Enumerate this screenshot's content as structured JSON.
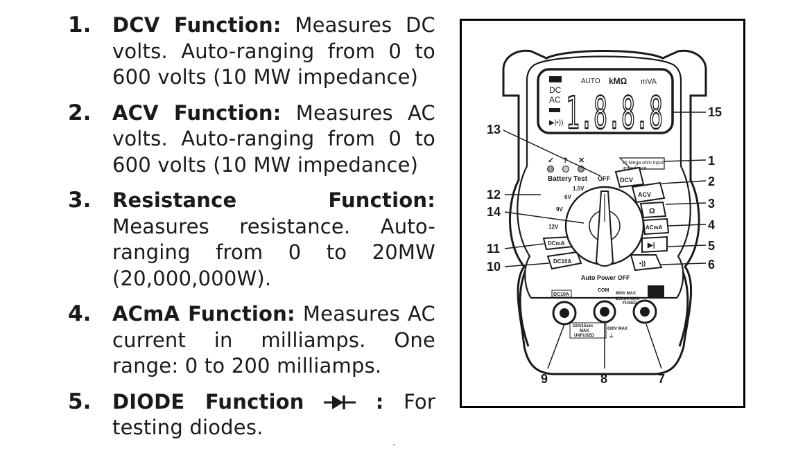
{
  "functions": [
    {
      "number": "1.",
      "title": "DCV Function:",
      "body": " Measures DC volts. Auto-ranging from 0 to 600 volts (10 MW impedance)"
    },
    {
      "number": "2.",
      "title": "ACV Function:",
      "body": " Measures AC volts. Auto-ranging from 0 to 600 volts (10 MW impedance)"
    },
    {
      "number": "3.",
      "title": "Resistance Function:",
      "body": " Measures resistance. Auto-ranging from 0 to 20MW (20,000,000W)."
    },
    {
      "number": "4.",
      "title": "ACmA Function:",
      "body": " Measures AC current in milliamps. One range: 0 to 200 milliamps."
    },
    {
      "number": "5.",
      "title": "DIODE Function",
      "title_suffix": ":",
      "body": " For testing diodes."
    }
  ],
  "meter": {
    "display": {
      "digits": "1.8.8.8",
      "auto": "AUTO",
      "kohm": "kMΩ",
      "mva": "mVA",
      "dc": "DC",
      "ac": "AC"
    },
    "impedance_note_1": "10 Mega ohm input",
    "impedance_note_2": "impedance",
    "battery_test": "Battery Test",
    "battery_symbols": [
      "✓",
      "?",
      "✕"
    ],
    "off": "OFF",
    "auto_power_off": "Auto Power OFF",
    "range_left": [
      "1.5V",
      "6V",
      "9V",
      "12V"
    ],
    "buttons_left": [
      "DCmA",
      "DC10A"
    ],
    "buttons_right": [
      "DCV",
      "ACV",
      "Ω",
      "ACmA"
    ],
    "jack_labels": {
      "dc10a": "DC10A",
      "com": "COM",
      "v_max": "600V  MAX",
      "ma_max": "200mA  MAX",
      "fused": "FUSED",
      "dc10a_note_1": "10A/15sec",
      "dc10a_note_2": "MAX",
      "unfused": "UNFUSED",
      "com_max": "600V  MAX"
    },
    "callouts": {
      "right": [
        "15",
        "1",
        "2",
        "3",
        "4",
        "5",
        "6"
      ],
      "left": [
        "13",
        "12",
        "14",
        "11",
        "10"
      ],
      "bottom": [
        "9",
        "8",
        "7"
      ]
    }
  },
  "stray_mark": "`"
}
